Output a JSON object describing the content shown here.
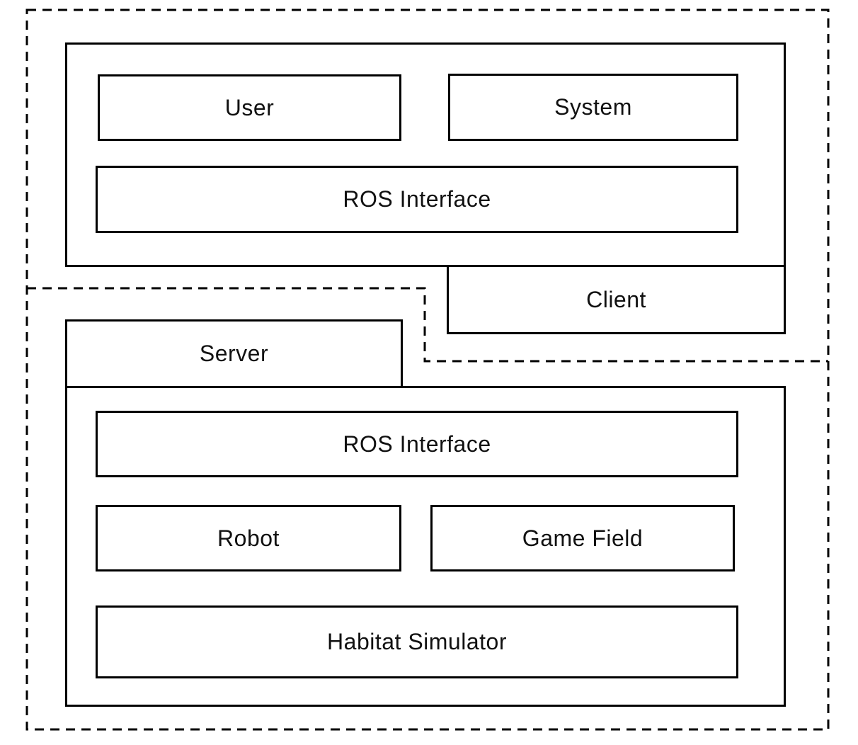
{
  "diagram": {
    "colors": {
      "stroke": "#000000",
      "background": "#ffffff",
      "text": "#111111"
    },
    "nodes": {
      "user": "User",
      "system": "System",
      "ros_interface_client": "ROS Interface",
      "client": "Client",
      "server": "Server",
      "ros_interface_server": "ROS Interface",
      "robot": "Robot",
      "game_field": "Game Field",
      "habitat_simulator": "Habitat Simulator"
    }
  }
}
